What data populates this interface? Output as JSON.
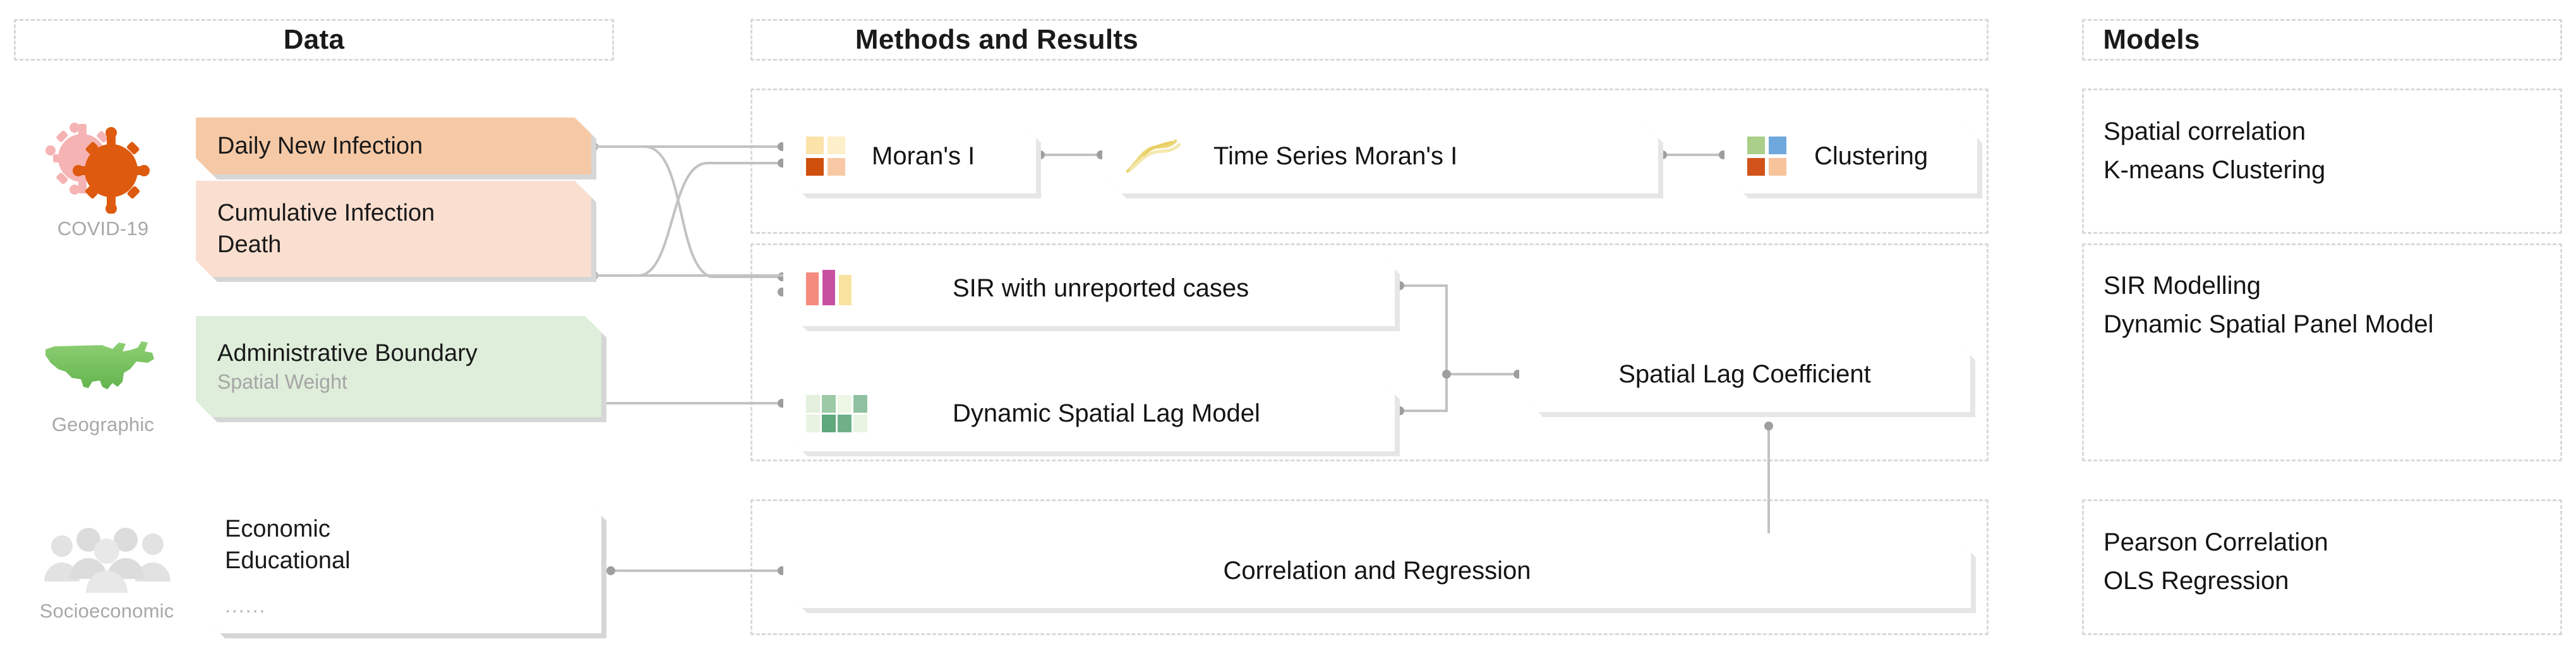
{
  "headers": {
    "data": "Data",
    "methods": "Methods and Results",
    "models": "Models"
  },
  "sources": [
    {
      "id": "covid",
      "caption": "COVID-19",
      "icon": "virus-icon"
    },
    {
      "id": "geographic",
      "caption": "Geographic",
      "icon": "usa-map-icon"
    },
    {
      "id": "socioeconomic",
      "caption": "Socioeconomic",
      "icon": "people-group-icon"
    }
  ],
  "data_nodes": [
    {
      "id": "daily-new-infection",
      "label": "Daily New Infection",
      "sub": "",
      "color": "#f6c9a6"
    },
    {
      "id": "cumulative-infection-death",
      "label": "Cumulative Infection\nDeath",
      "sub": "",
      "color": "#fadfd0"
    },
    {
      "id": "administrative-boundary",
      "label": "Administrative Boundary",
      "sub": "Spatial  Weight",
      "color": "#dfeedb"
    },
    {
      "id": "socioeconomic-variables",
      "label": "Economic\nEducational",
      "sub": "......",
      "color": "#ffffff"
    }
  ],
  "methods": [
    {
      "id": "morans-i",
      "label": "Moran's I",
      "icon": "grid-2x2-orange-icon"
    },
    {
      "id": "time-series-morans-i",
      "label": "Time Series Moran's I",
      "icon": "line-chart-yellow-icon"
    },
    {
      "id": "clustering",
      "label": "Clustering",
      "icon": "grid-2x2-multicolor-icon"
    },
    {
      "id": "sir-unreported",
      "label": "SIR with unreported cases",
      "icon": "bars-3-pink-icon"
    },
    {
      "id": "dynamic-spatial-lag-model",
      "label": "Dynamic Spatial Lag Model",
      "icon": "grid-4x2-green-icon"
    },
    {
      "id": "spatial-lag-coefficient",
      "label": "Spatial Lag Coefficient",
      "icon": ""
    },
    {
      "id": "correlation-regression",
      "label": "Correlation and Regression",
      "icon": ""
    }
  ],
  "models_groups": [
    {
      "id": "models-group-1",
      "lines": [
        "Spatial correlation",
        "K-means Clustering"
      ]
    },
    {
      "id": "models-group-2",
      "lines": [
        "SIR Modelling",
        "Dynamic Spatial Panel Model"
      ]
    },
    {
      "id": "models-group-3",
      "lines": [
        "Pearson Correlation",
        "OLS Regression"
      ]
    }
  ],
  "colors": {
    "orange_strong": "#de5a0e",
    "orange_light": "#f6c9a6",
    "peach": "#fadfd0",
    "green_light": "#dfeedb",
    "green_map": "#7dc462",
    "grey_line": "#c2c2c2",
    "dashed_border": "#d9d9d9",
    "yellow": "#f2d98a",
    "blue": "#6fa8dc",
    "magenta": "#c850a0"
  }
}
